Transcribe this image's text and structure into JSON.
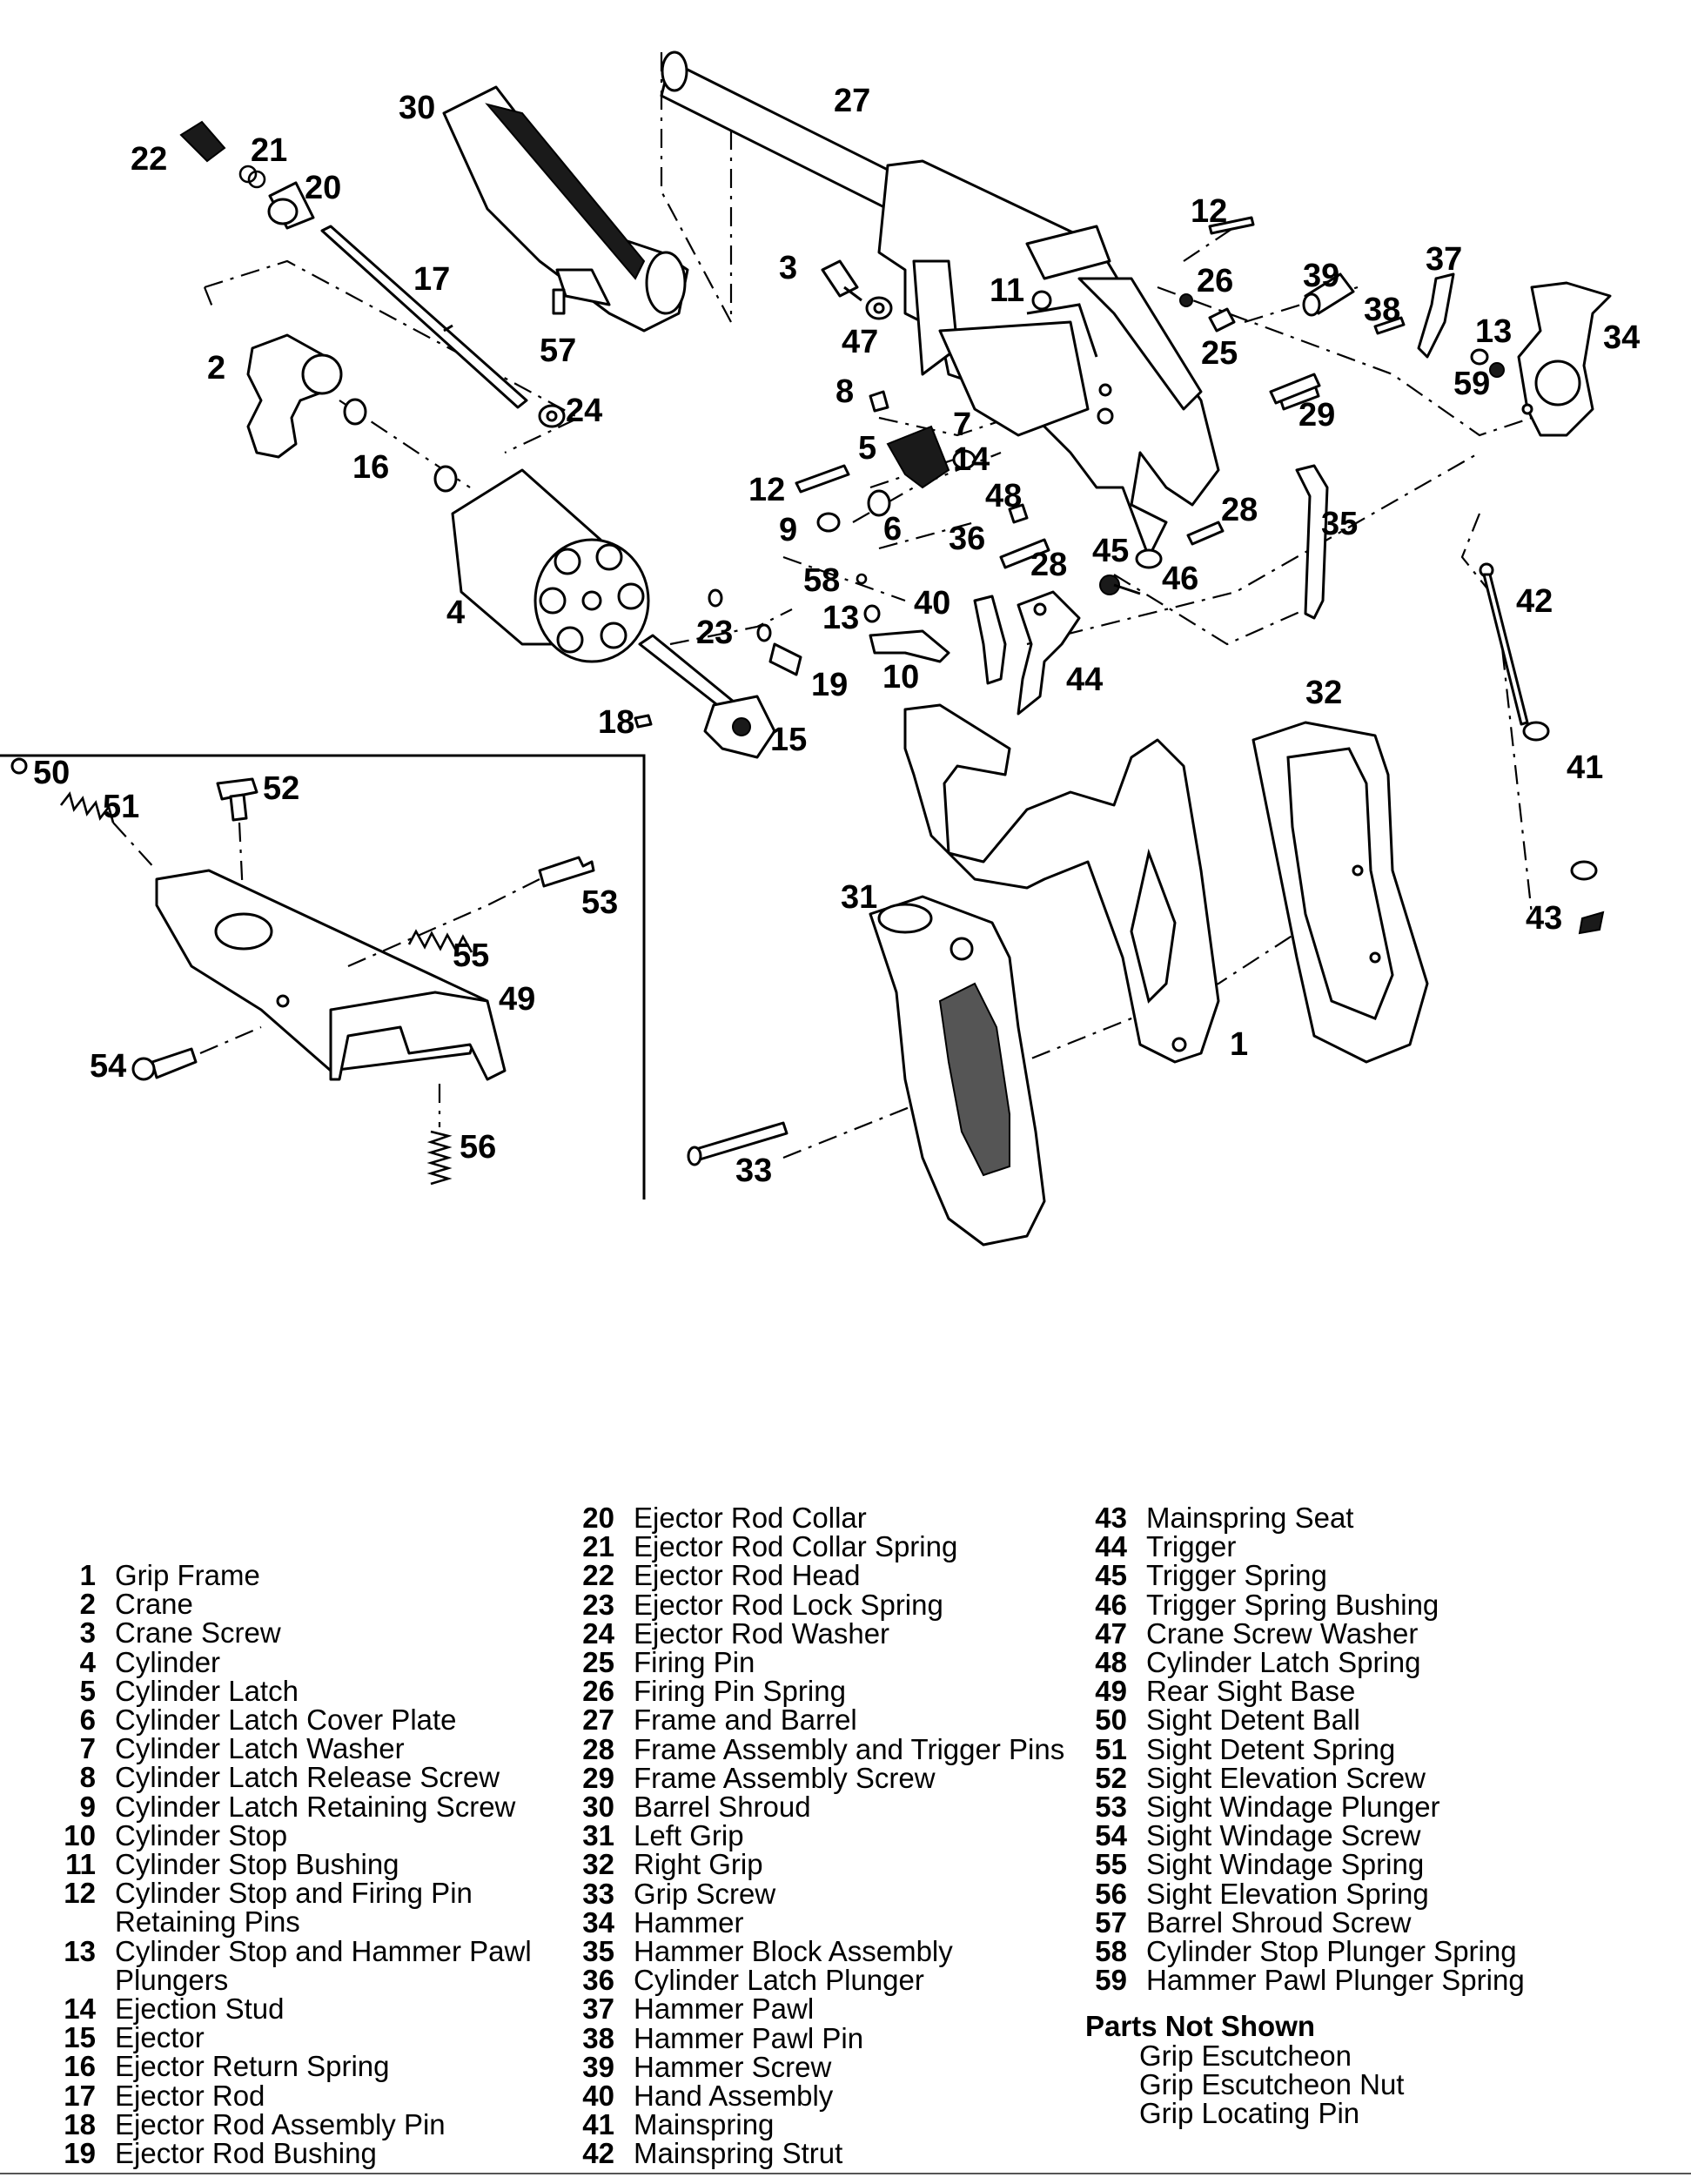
{
  "diagram": {
    "callouts": [
      "1",
      "2",
      "3",
      "4",
      "5",
      "6",
      "7",
      "8",
      "9",
      "10",
      "11",
      "12",
      "12",
      "13",
      "13",
      "14",
      "15",
      "16",
      "17",
      "18",
      "19",
      "20",
      "21",
      "22",
      "23",
      "24",
      "25",
      "26",
      "27",
      "28",
      "28",
      "29",
      "30",
      "31",
      "32",
      "33",
      "34",
      "35",
      "36",
      "37",
      "38",
      "39",
      "40",
      "41",
      "42",
      "43",
      "44",
      "45",
      "46",
      "47",
      "48",
      "49",
      "50",
      "51",
      "52",
      "53",
      "54",
      "55",
      "56",
      "57",
      "58",
      "59"
    ]
  },
  "legend": {
    "column1": [
      {
        "n": "1",
        "t": "Grip Frame"
      },
      {
        "n": "2",
        "t": "Crane"
      },
      {
        "n": "3",
        "t": "Crane Screw"
      },
      {
        "n": "4",
        "t": "Cylinder"
      },
      {
        "n": "5",
        "t": "Cylinder Latch"
      },
      {
        "n": "6",
        "t": "Cylinder Latch Cover Plate"
      },
      {
        "n": "7",
        "t": "Cylinder Latch Washer"
      },
      {
        "n": "8",
        "t": "Cylinder Latch Release Screw"
      },
      {
        "n": "9",
        "t": "Cylinder Latch Retaining Screw"
      },
      {
        "n": "10",
        "t": "Cylinder Stop"
      },
      {
        "n": "11",
        "t": "Cylinder Stop Bushing"
      },
      {
        "n": "12",
        "t": "Cylinder Stop and Firing Pin Retaining Pins"
      },
      {
        "n": "13",
        "t": "Cylinder Stop and Hammer Pawl Plungers"
      },
      {
        "n": "14",
        "t": "Ejection Stud"
      },
      {
        "n": "15",
        "t": "Ejector"
      },
      {
        "n": "16",
        "t": "Ejector Return Spring"
      },
      {
        "n": "17",
        "t": "Ejector Rod"
      },
      {
        "n": "18",
        "t": "Ejector Rod Assembly Pin"
      },
      {
        "n": "19",
        "t": "Ejector Rod Bushing"
      }
    ],
    "column2": [
      {
        "n": "20",
        "t": "Ejector Rod Collar"
      },
      {
        "n": "21",
        "t": "Ejector Rod Collar Spring"
      },
      {
        "n": "22",
        "t": "Ejector Rod Head"
      },
      {
        "n": "23",
        "t": "Ejector Rod Lock Spring"
      },
      {
        "n": "24",
        "t": "Ejector Rod Washer"
      },
      {
        "n": "25",
        "t": "Firing Pin"
      },
      {
        "n": "26",
        "t": "Firing Pin Spring"
      },
      {
        "n": "27",
        "t": "Frame and Barrel"
      },
      {
        "n": "28",
        "t": "Frame Assembly and Trigger Pins"
      },
      {
        "n": "29",
        "t": "Frame Assembly Screw"
      },
      {
        "n": "30",
        "t": "Barrel Shroud"
      },
      {
        "n": "31",
        "t": "Left Grip"
      },
      {
        "n": "32",
        "t": "Right Grip"
      },
      {
        "n": "33",
        "t": "Grip Screw"
      },
      {
        "n": "34",
        "t": "Hammer"
      },
      {
        "n": "35",
        "t": "Hammer Block Assembly"
      },
      {
        "n": "36",
        "t": "Cylinder Latch Plunger"
      },
      {
        "n": "37",
        "t": "Hammer Pawl"
      },
      {
        "n": "38",
        "t": "Hammer Pawl Pin"
      },
      {
        "n": "39",
        "t": "Hammer Screw"
      },
      {
        "n": "40",
        "t": "Hand Assembly"
      },
      {
        "n": "41",
        "t": "Mainspring"
      },
      {
        "n": "42",
        "t": "Mainspring Strut"
      }
    ],
    "column3": [
      {
        "n": "43",
        "t": "Mainspring Seat"
      },
      {
        "n": "44",
        "t": "Trigger"
      },
      {
        "n": "45",
        "t": "Trigger Spring"
      },
      {
        "n": "46",
        "t": "Trigger Spring Bushing"
      },
      {
        "n": "47",
        "t": "Crane Screw Washer"
      },
      {
        "n": "48",
        "t": "Cylinder Latch Spring"
      },
      {
        "n": "49",
        "t": "Rear Sight Base"
      },
      {
        "n": "50",
        "t": "Sight Detent Ball"
      },
      {
        "n": "51",
        "t": "Sight Detent Spring"
      },
      {
        "n": "52",
        "t": "Sight Elevation Screw"
      },
      {
        "n": "53",
        "t": "Sight Windage Plunger"
      },
      {
        "n": "54",
        "t": "Sight Windage Screw"
      },
      {
        "n": "55",
        "t": "Sight Windage Spring"
      },
      {
        "n": "56",
        "t": "Sight Elevation Spring"
      },
      {
        "n": "57",
        "t": "Barrel Shroud Screw"
      },
      {
        "n": "58",
        "t": "Cylinder Stop Plunger Spring"
      },
      {
        "n": "59",
        "t": "Hammer Pawl Plunger Spring"
      }
    ],
    "parts_not_shown": {
      "title": "Parts Not Shown",
      "items": [
        "Grip Escutcheon",
        "Grip Escutcheon Nut",
        "Grip Locating Pin"
      ]
    }
  }
}
